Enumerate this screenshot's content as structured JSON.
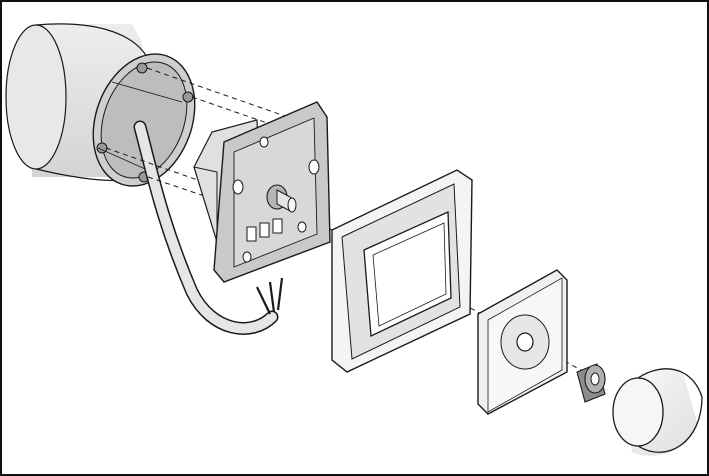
{
  "diagram": {
    "kind": "exploded-assembly",
    "parts": [
      {
        "id": "wall-box",
        "icon": "flush-mount-box-icon"
      },
      {
        "id": "cable",
        "icon": "cable-icon"
      },
      {
        "id": "dimmer-insert",
        "icon": "dimmer-module-icon"
      },
      {
        "id": "cover-frame",
        "icon": "cover-frame-icon"
      },
      {
        "id": "center-plate",
        "icon": "center-plate-icon"
      },
      {
        "id": "nut",
        "icon": "knurled-nut-icon"
      },
      {
        "id": "knob",
        "icon": "rotary-knob-icon"
      }
    ],
    "colors": {
      "line": "#1a1a1a",
      "fill_light": "#f2f2f2",
      "fill_mid": "#d9d9d9",
      "fill_dark": "#a8a8a8",
      "metal": "#c9c9c9"
    },
    "assembly_axis_style": "dashed"
  }
}
